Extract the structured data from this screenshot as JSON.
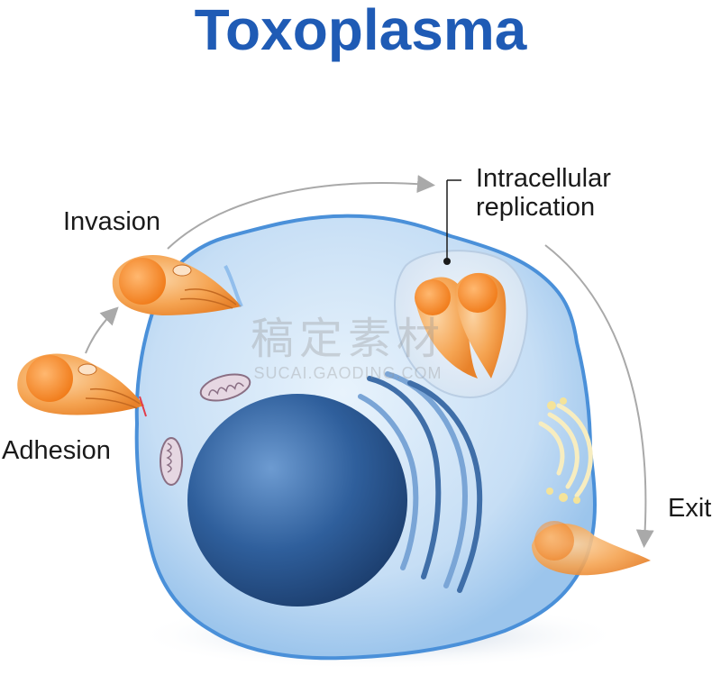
{
  "title": "Toxoplasma",
  "colors": {
    "title": "#1f5bb5",
    "cell": "#cfe4f7",
    "cell_edge": "#4a90d9",
    "nucleus": "#2d5f9a",
    "parasite": "#f39a3a",
    "arrow": "#a9a9a9"
  },
  "stages": {
    "invasion": "Invasion",
    "adhesion": "Adhesion",
    "replication": "Intracellular\nreplication",
    "exit": "Exit"
  },
  "watermark": {
    "cn": "稿定素材",
    "en": "SUCAI.GAODING.COM"
  }
}
